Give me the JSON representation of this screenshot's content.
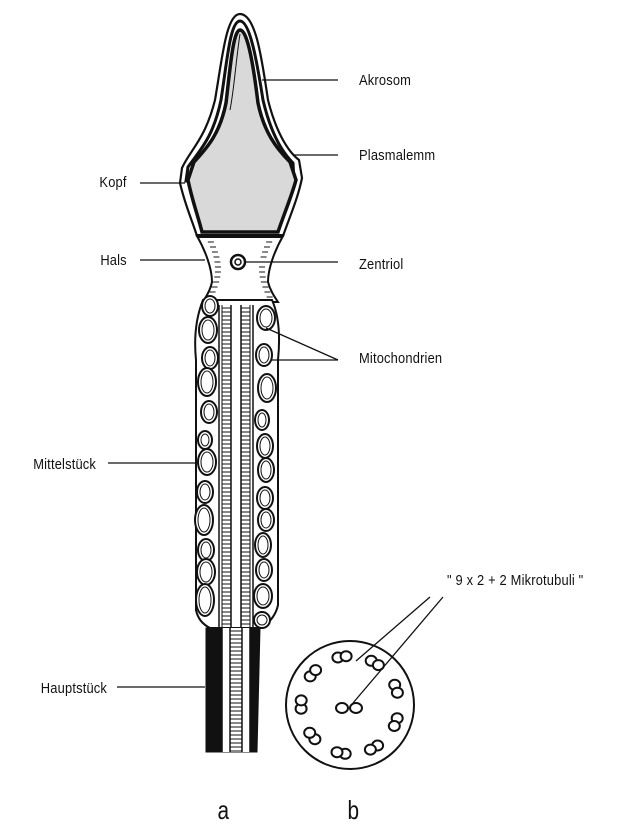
{
  "labels": {
    "akrosom": "Akrosom",
    "plasmalemm": "Plasmalemm",
    "kopf": "Kopf",
    "hals": "Hals",
    "zentriol": "Zentriol",
    "mitochondrien": "Mitochondrien",
    "mittelstueck": "Mittelstück",
    "hauptstueck": "Hauptstück",
    "mikrotubuli": "\" 9 x 2 + 2 Mikrotubuli \""
  },
  "panels": {
    "a": "a",
    "b": "b"
  },
  "colors": {
    "ink": "#111111",
    "head_fill": "#d9d9d9",
    "tail_fill": "#111111"
  }
}
